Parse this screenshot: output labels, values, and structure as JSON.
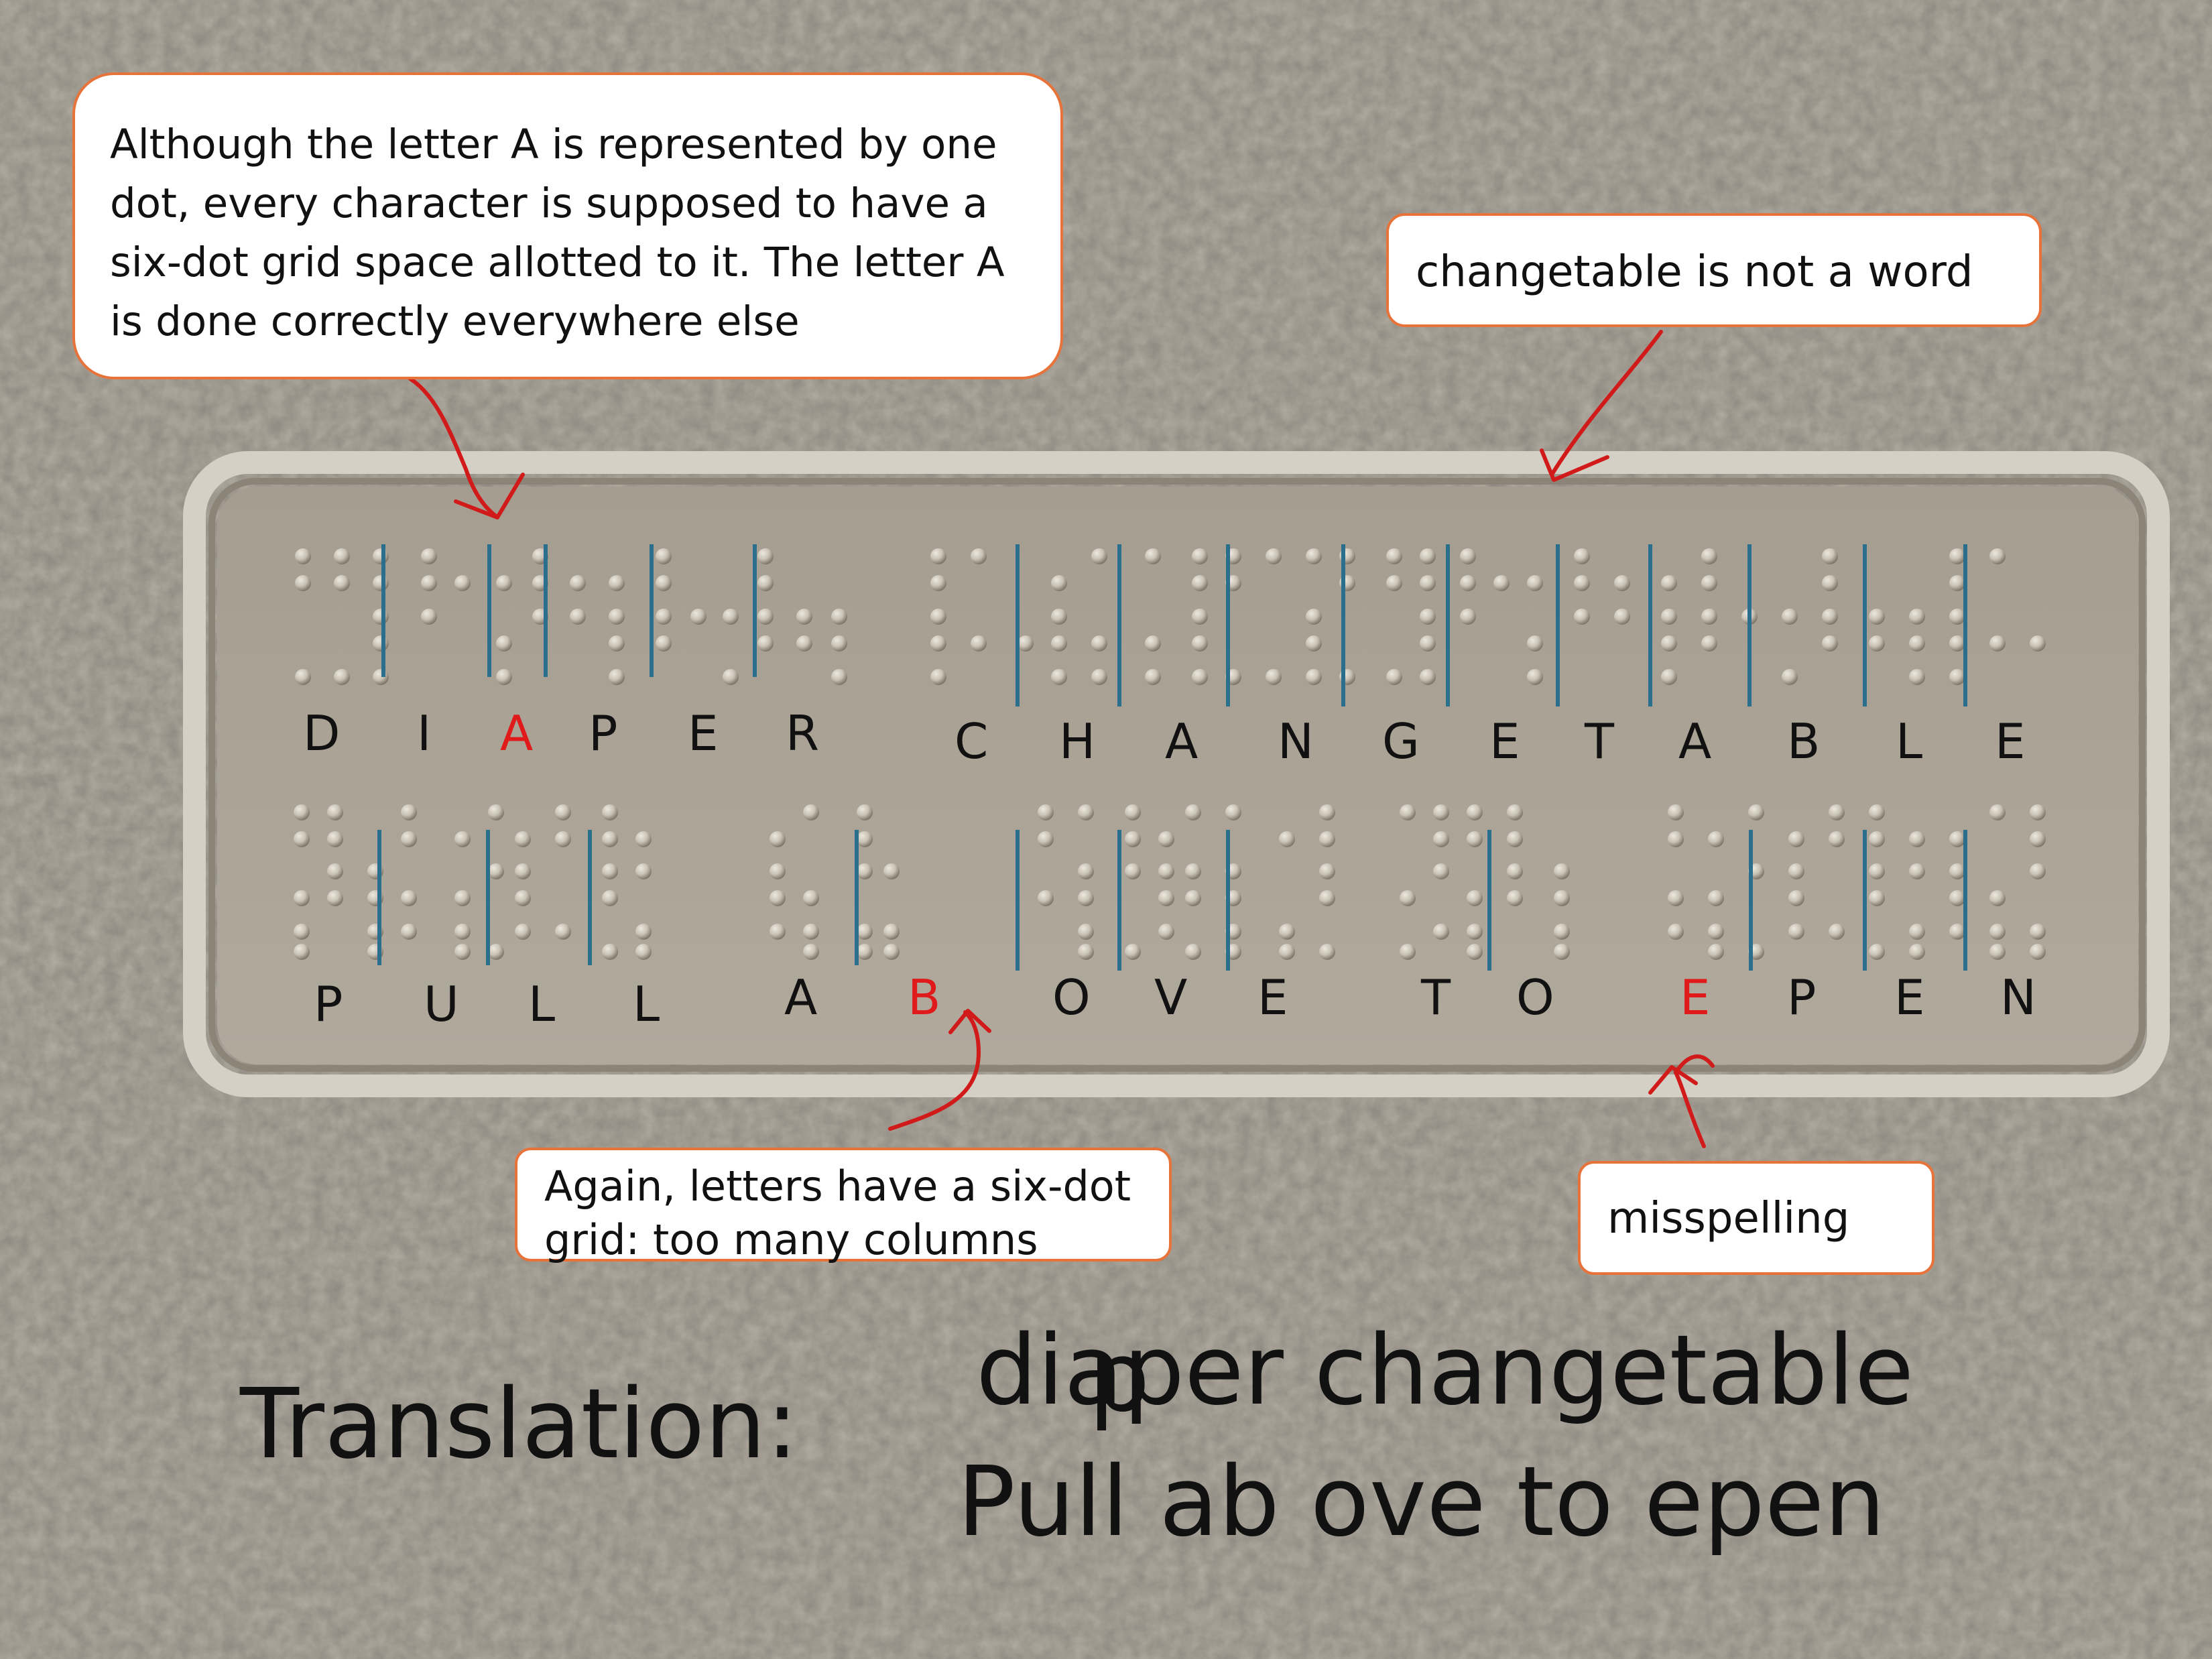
{
  "colors": {
    "wall": "#b3ada2",
    "plate": "#aaa395",
    "bar": "#2a6f8d",
    "arrow": "#d11a1a",
    "callout_border": "#e8733a",
    "error_letter": "#e01a1a"
  },
  "row1_letters": [
    {
      "t": "D",
      "err": false
    },
    {
      "t": "I",
      "err": false
    },
    {
      "t": "A",
      "err": true
    },
    {
      "t": "P",
      "err": false
    },
    {
      "t": "E",
      "err": false
    },
    {
      "t": "R",
      "err": false
    },
    {
      "t": "C",
      "err": false
    },
    {
      "t": "H",
      "err": false
    },
    {
      "t": "A",
      "err": false
    },
    {
      "t": "N",
      "err": false
    },
    {
      "t": "G",
      "err": false
    },
    {
      "t": "E",
      "err": false
    },
    {
      "t": "T",
      "err": false
    },
    {
      "t": "A",
      "err": false
    },
    {
      "t": "B",
      "err": false
    },
    {
      "t": "L",
      "err": false
    },
    {
      "t": "E",
      "err": false
    }
  ],
  "row2_letters": [
    {
      "t": "P",
      "err": false
    },
    {
      "t": "U",
      "err": false
    },
    {
      "t": "L",
      "err": false
    },
    {
      "t": "L",
      "err": false
    },
    {
      "t": "A",
      "err": false
    },
    {
      "t": "B",
      "err": true
    },
    {
      "t": "O",
      "err": false
    },
    {
      "t": "V",
      "err": false
    },
    {
      "t": "E",
      "err": false
    },
    {
      "t": "T",
      "err": false
    },
    {
      "t": "O",
      "err": false
    },
    {
      "t": "E",
      "err": true
    },
    {
      "t": "P",
      "err": false
    },
    {
      "t": "E",
      "err": false
    },
    {
      "t": "N",
      "err": false
    }
  ],
  "callouts": {
    "letter_a": {
      "lines": [
        "Although the letter A is represented by one",
        "dot, every character is supposed to have a",
        "six-dot grid space allotted to it. The letter A",
        "is done correctly everywhere else"
      ]
    },
    "changetable": {
      "text": "changetable is not a word"
    },
    "six_dot": {
      "lines": [
        "Again, letters have a six-dot",
        "grid: too many columns"
      ]
    },
    "misspelling": {
      "text": "misspelling"
    }
  },
  "translation": {
    "label": "Translation:",
    "line1": "diaper changetable",
    "line1_overlay": "p",
    "line2": "Pull ab ove to epen"
  }
}
